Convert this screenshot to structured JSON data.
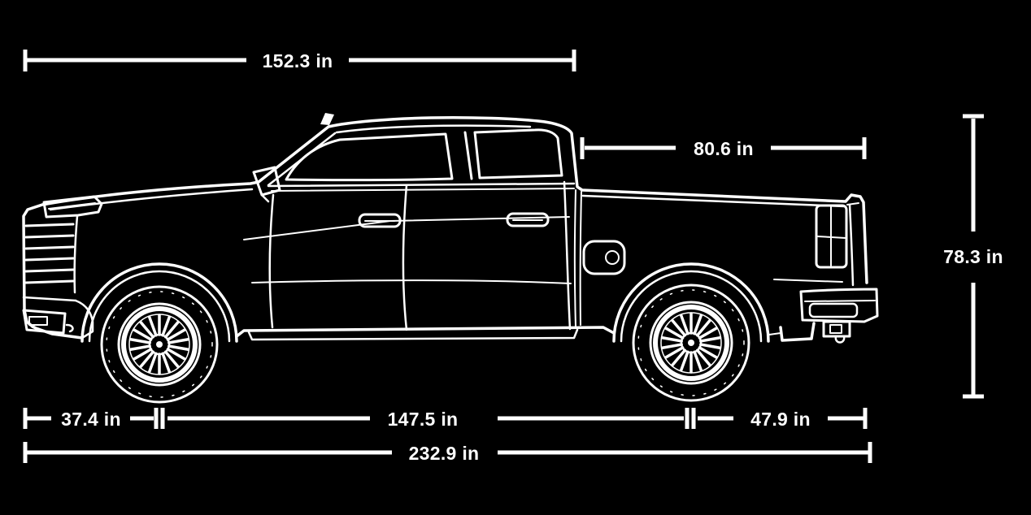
{
  "diagram": {
    "subject": "pickup-truck-side-view-outline",
    "unit": "in",
    "background_color": "#000000",
    "line_color": "#ffffff",
    "dimensions": {
      "front_to_cab_rear": {
        "label": "152.3 in",
        "value": 152.3
      },
      "bed_length": {
        "label": "80.6 in",
        "value": 80.6
      },
      "overall_height": {
        "label": "78.3 in",
        "value": 78.3
      },
      "front_overhang": {
        "label": "37.4 in",
        "value": 37.4
      },
      "wheelbase": {
        "label": "147.5 in",
        "value": 147.5
      },
      "rear_overhang": {
        "label": "47.9 in",
        "value": 47.9
      },
      "overall_length": {
        "label": "232.9 in",
        "value": 232.9
      }
    }
  }
}
